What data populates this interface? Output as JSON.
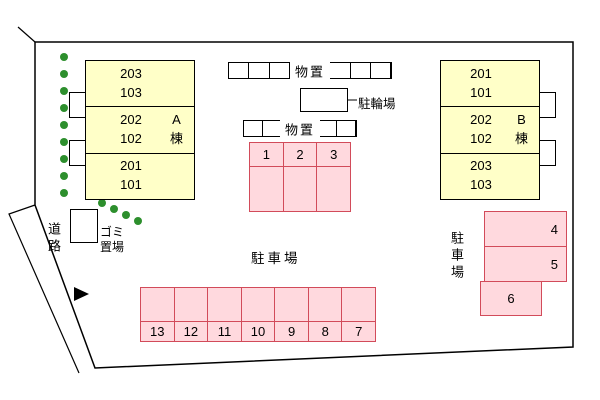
{
  "labels": {
    "road": "道路",
    "garbage_line1": "ゴミ",
    "garbage_line2": "置場",
    "storage_top": "物置",
    "storage_mid": "物置",
    "bicycle_parking": "駐輪場",
    "parking_main": "駐車場",
    "parking_right": "駐車場"
  },
  "building_a": {
    "wing_letter": "A",
    "wing_suffix": "棟",
    "rows": [
      {
        "upper": "203",
        "lower": "103"
      },
      {
        "upper": "202",
        "lower": "102"
      },
      {
        "upper": "201",
        "lower": "101"
      }
    ]
  },
  "building_b": {
    "wing_letter": "B",
    "wing_suffix": "棟",
    "rows": [
      {
        "upper": "201",
        "lower": "101"
      },
      {
        "upper": "202",
        "lower": "102"
      },
      {
        "upper": "203",
        "lower": "103"
      }
    ]
  },
  "parking": {
    "middle_row": [
      "1",
      "2",
      "3"
    ],
    "bottom_row": [
      "13",
      "12",
      "11",
      "10",
      "9",
      "8",
      "7"
    ],
    "right_column": [
      "4",
      "5",
      "6"
    ]
  },
  "colors": {
    "building_fill": "#ffffc8",
    "stall_fill": "#ffd9de",
    "stall_border": "#d24b5a",
    "tree_green": "#2d8f2d",
    "outline": "#000000"
  }
}
